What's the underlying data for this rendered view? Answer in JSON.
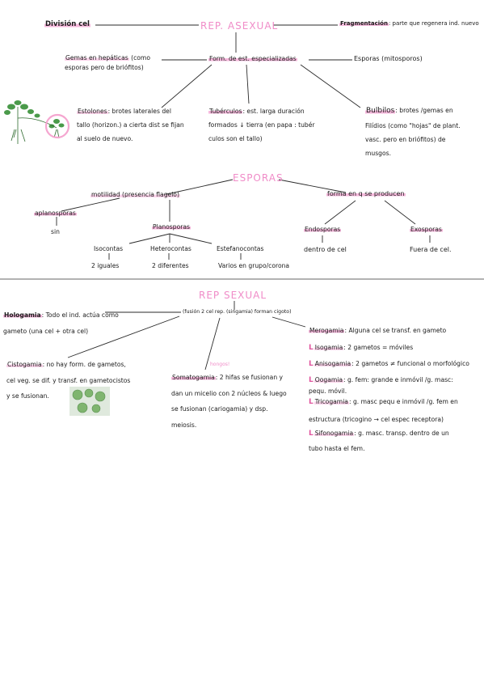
{
  "asexual": {
    "title": "REP. ASEXUAL",
    "division": "División cel",
    "fragmentacion_label": "Fragmentación",
    "fragmentacion_text": ": parte que regenera ind. nuevo",
    "form_label": "Form. de est. especializadas",
    "gemas_label": "Gemas en hepáticas",
    "gemas_text": " (como esporas pero de briófitos)",
    "esporas_text": "Esporas (mitosporos)",
    "estolones_label": "Estolones",
    "estolones_text": ": brotes laterales del tallo (horizon.) a cierta dist se fijan al suelo de nuevo.",
    "tuberculos_label": "Tubérculos",
    "tuberculos_text": ": est. larga duración formados ↓ tierra (en papa : tubér culos son el tallo)",
    "bulbilos_label": "Bulbilos",
    "bulbilos_text": ": brotes /gemas en Filídios (como \"hojas\" de plant. vasc. pero en briófitos) de musgos."
  },
  "esporas": {
    "title": "ESPORAS",
    "motilidad": "motilidad (presencia flagelo)",
    "aplanosporas": "aplanosporas",
    "sin": "sin",
    "planosporas": "Planosporas",
    "isocontas": "Isocontas",
    "isocontas_sub": "2 iguales",
    "heterocontas": "Heterocontas",
    "heterocontas_sub": "2 diferentes",
    "estefanocontas": "Estefanocontas",
    "estefanocontas_sub": "Varios en grupo/corona",
    "forma": "forma en q se producen",
    "endosporas": "Endosporas",
    "endosporas_sub": "dentro de cel",
    "exosporas": "Exosporas",
    "exosporas_sub": "Fuera de cel."
  },
  "sexual": {
    "title": "REP SEXUAL",
    "fusion": "(fusión 2 cel rep. (singamia) forman cigoto)",
    "hologamia_label": "Hologamia",
    "hologamia_text": ": Todo el ind. actúa como gameto (una cel + otra cel)",
    "cistogamia_label": "Cistogamia",
    "cistogamia_text": ": no hay form. de gametos, cel veg. se dif. y transf. en gametocistos y se fusionan.",
    "somatogamia_label": "Somatogamia",
    "somatogamia_note": "hongos!",
    "somatogamia_text": ": 2 hifas se fusionan y dan un micelio con 2 núcleos & luego se fusionan (cariogamia) y dsp. meiosis.",
    "merogamia_label": "Merogamia",
    "merogamia_text": ": Alguna cel se transf. en gameto",
    "mero_items": [
      {
        "label": "Isogamia",
        "text": ": 2 gametos = móviles"
      },
      {
        "label": "Anisogamia",
        "text": ": 2 gametos ≠ funcional o morfológico"
      },
      {
        "label": "Oogamia",
        "text": ": g. fem: grande e inmóvil /g. masc: pequ. móvil."
      },
      {
        "label": "Tricogamia",
        "text": ": g. masc pequ e inmóvil /g. fem en estructura (tricogino → cel espec receptora)"
      },
      {
        "label": "Sifonogamia",
        "text": ": g. masc. transp. dentro de un tubo hasta el fem."
      }
    ]
  }
}
